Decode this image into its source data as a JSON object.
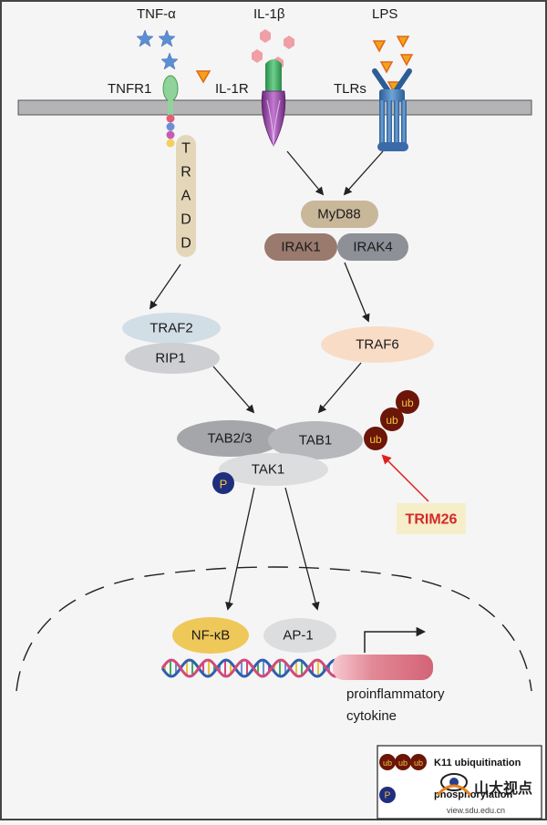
{
  "ligands": {
    "tnf": "TNF-α",
    "il1b": "IL-1β",
    "lps": "LPS"
  },
  "receptors": {
    "tnfr1": "TNFR1",
    "il1r": "IL-1R",
    "tlrs": "TLRs"
  },
  "adaptors": {
    "tradd_letters": [
      "T",
      "R",
      "A",
      "D",
      "D"
    ],
    "myd88": "MyD88",
    "irak1": "IRAK1",
    "irak4": "IRAK4",
    "traf2": "TRAF2",
    "rip1": "RIP1",
    "traf6": "TRAF6",
    "tab23": "TAB2/3",
    "tab1": "TAB1",
    "tak1": "TAK1",
    "phospho": "P",
    "ub": "ub"
  },
  "regulator": {
    "trim26": "TRIM26"
  },
  "nucleus": {
    "nfkb": "NF-κB",
    "ap1": "AP-1",
    "output_line1": "proinflammatory",
    "output_line2": "cytokine"
  },
  "legend": {
    "ub_chain": [
      "ub",
      "ub",
      "ub"
    ],
    "ub_text": "K11 ubiquitination",
    "p_symbol": "P",
    "p_text": "phosphorylation",
    "watermark": "山大视点",
    "watermark_url": "view.sdu.edu.cn"
  },
  "colors": {
    "membrane": "#b4b4b6",
    "tradd": "#e4d6b8",
    "myd88": "#c9b79a",
    "irak1": "#9a7a6d",
    "irak4": "#8d9096",
    "traf2": "#d2dee6",
    "rip1": "#cdcfd2",
    "traf6": "#f9dcc6",
    "tab23": "#a5a6a9",
    "tab1": "#b7b8bb",
    "tak1": "#dcdddf",
    "phospho": "#1f2f7f",
    "ub": "#6b1608",
    "ub_text": "#f2c542",
    "trim26_box": "#f5eec9",
    "trim26_text": "#d4282a",
    "nfkb": "#efc85a",
    "ap1": "#dcdddf",
    "gene": "#de7c8a",
    "star": "#5b8ed4",
    "il1b_hex": "#ef9fa5"
  }
}
